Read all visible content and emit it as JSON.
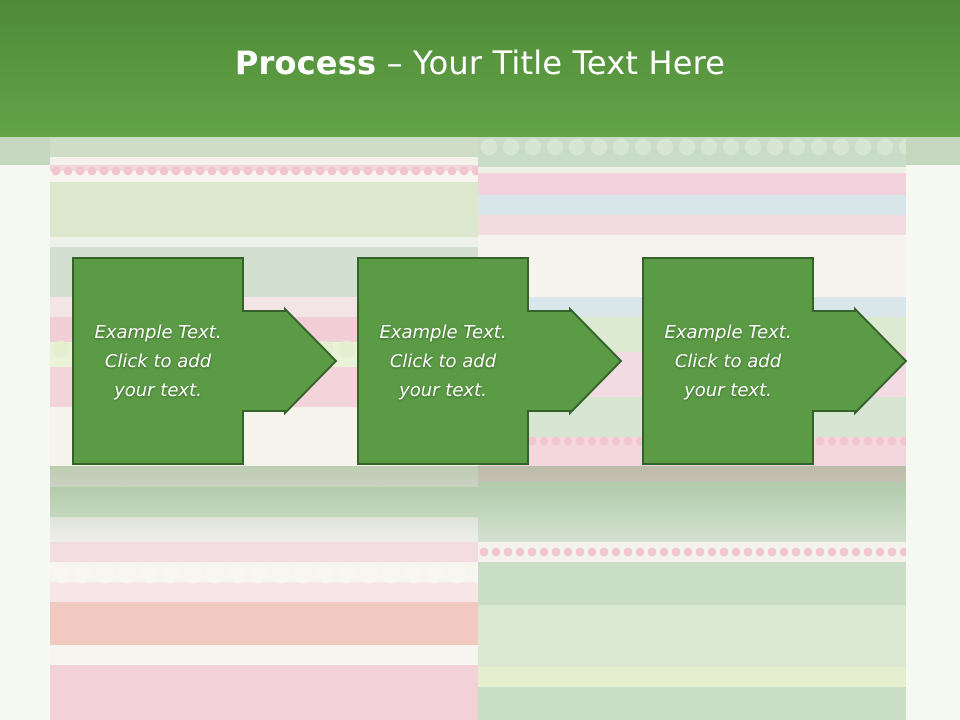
{
  "slide": {
    "title_bold": "Process",
    "title_rest": " – Your Title Text Here"
  },
  "steps": [
    {
      "line1": "Example Text.",
      "line2": "Click  to add",
      "line3": "your text."
    },
    {
      "line1": "Example Text.",
      "line2": "Click  to add",
      "line3": "your text."
    },
    {
      "line1": "Example Text.",
      "line2": "Click  to add",
      "line3": "your text."
    }
  ],
  "colors": {
    "header": "#5a9a40",
    "shape_fill": "#5b9b45",
    "shape_border": "#34622a"
  }
}
